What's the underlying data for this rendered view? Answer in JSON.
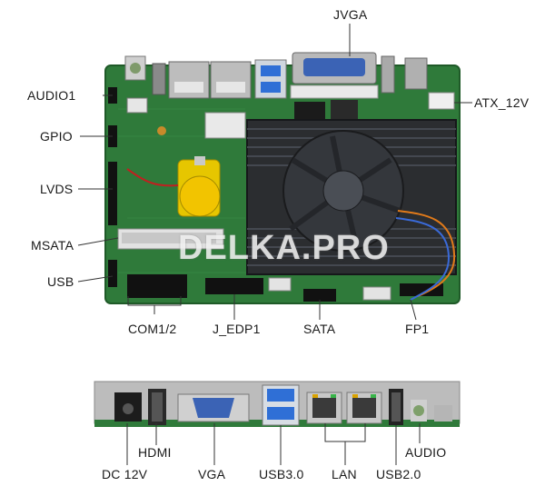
{
  "labels": {
    "jvga": "JVGA",
    "audio1": "AUDIO1",
    "gpio": "GPIO",
    "lvds": "LVDS",
    "msata": "MSATA",
    "usb": "USB",
    "atx": "ATX_12V",
    "com": "COM1/2",
    "jedp": "J_EDP1",
    "sata": "SATA",
    "fp1": "FP1",
    "dc": "DC 12V",
    "hdmi": "HDMI",
    "vga": "VGA",
    "usb3": "USB3.0",
    "lan": "LAN",
    "usb2": "USB2.0",
    "audio": "AUDIO"
  },
  "watermark": "DELKA.PRO",
  "colors": {
    "pcb": "#2f7a3a",
    "pcb_dark": "#1f5a28",
    "heatsink": "#2b2d30",
    "fan": "#3c3f44",
    "battery_holder": "#f2c400",
    "vga_blue": "#3b63b5",
    "usb3_blue": "#2f6fd6",
    "leader": "#333333"
  }
}
